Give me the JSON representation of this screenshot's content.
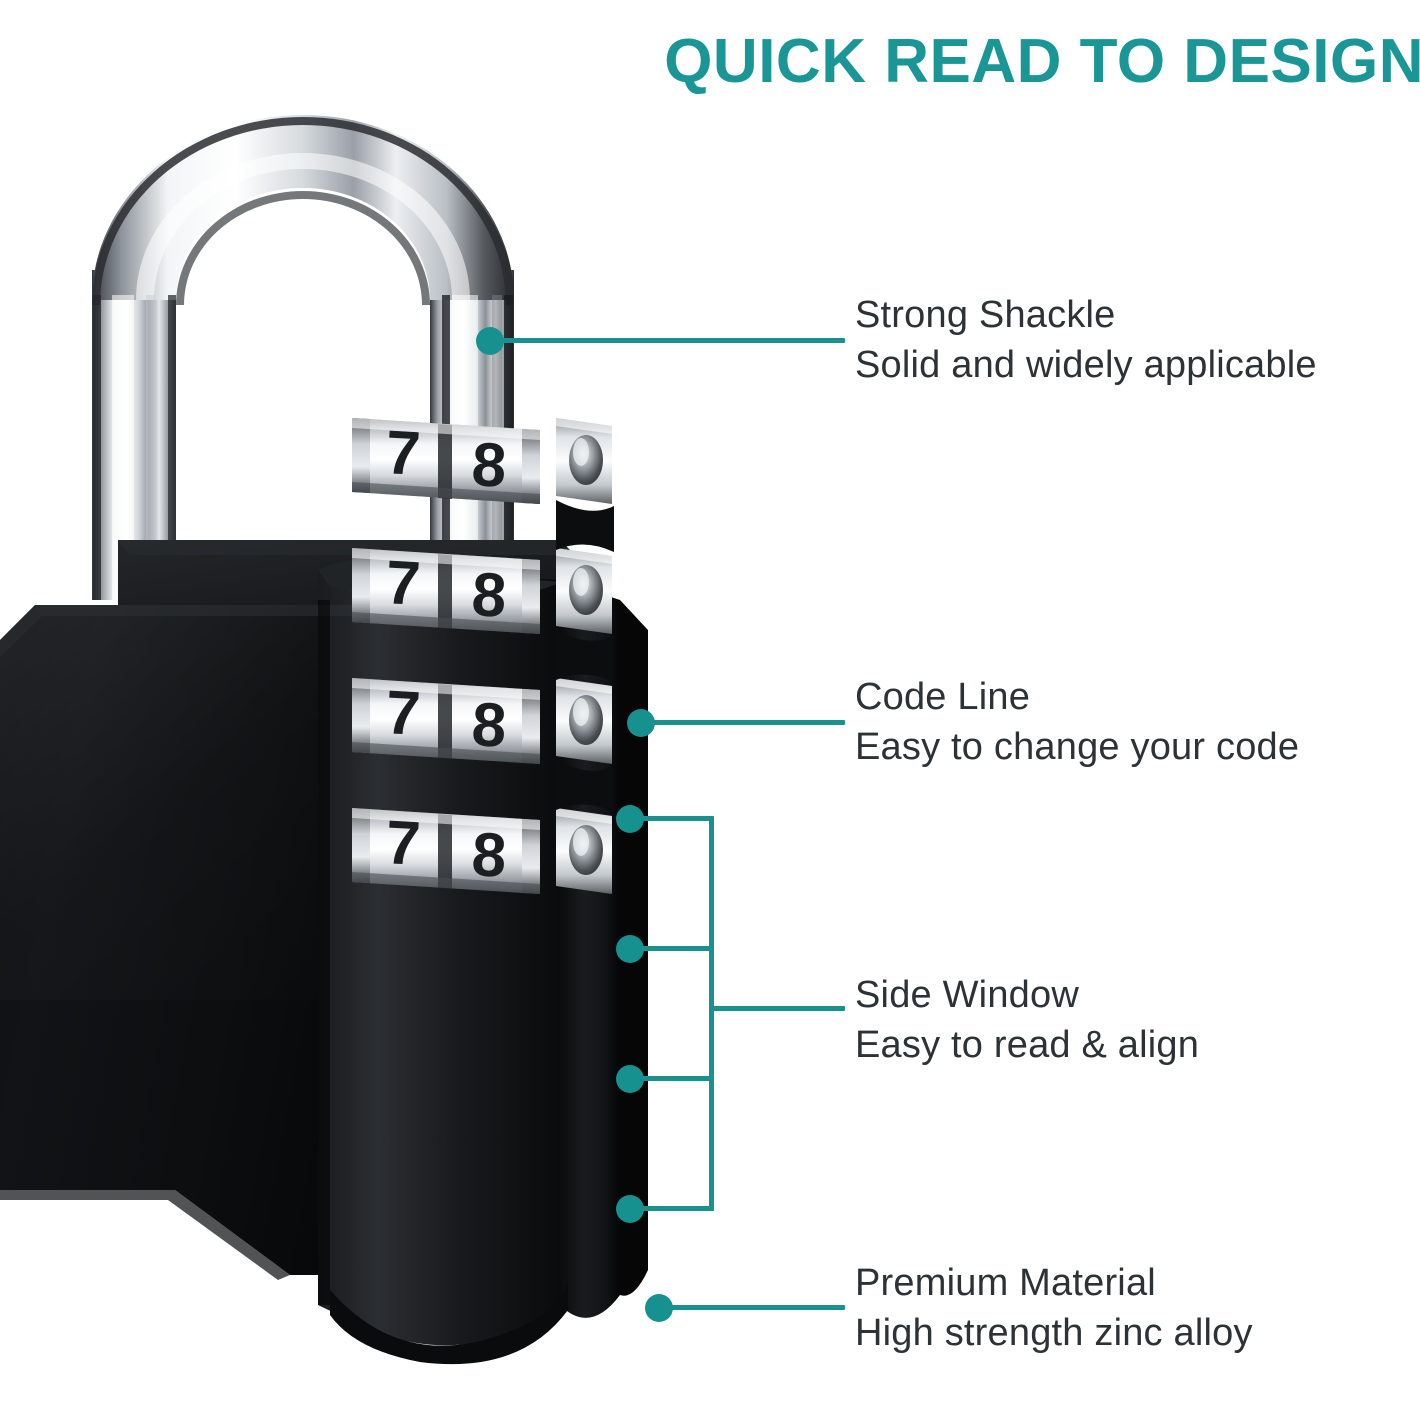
{
  "header": {
    "title": "QUICK READ TO DESIGN",
    "title_color": "#1a9696"
  },
  "theme": {
    "accent": "#19918f",
    "accent_title": "#1a9696",
    "text": "#2d3237",
    "background": "#ffffff",
    "body_color": "#101114",
    "shackle_color": "#c9cdd2"
  },
  "product": {
    "name": "4-digit combination padlock",
    "body_color_name": "black",
    "dials": [
      {
        "left_digit": "7",
        "right_digit": "8"
      },
      {
        "left_digit": "7",
        "right_digit": "8"
      },
      {
        "left_digit": "7",
        "right_digit": "8"
      },
      {
        "left_digit": "7",
        "right_digit": "8"
      }
    ],
    "side_window_count": 4
  },
  "callouts": [
    {
      "id": "strong-shackle",
      "title": "Strong Shackle",
      "subtitle": "Solid and widely applicable"
    },
    {
      "id": "code-line",
      "title": "Code Line",
      "subtitle": "Easy to change your code"
    },
    {
      "id": "side-window",
      "title": "Side Window",
      "subtitle": "Easy to read & align"
    },
    {
      "id": "premium-material",
      "title": "Premium Material",
      "subtitle": "High strength zinc alloy"
    }
  ]
}
